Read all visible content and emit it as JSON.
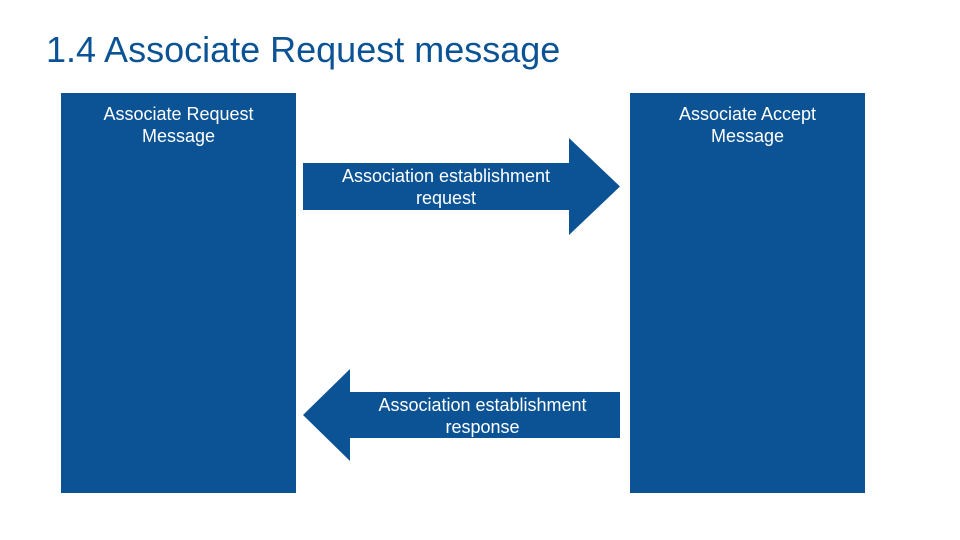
{
  "title": "1.4 Associate Request message",
  "colors": {
    "primary": "#0b5394",
    "text_on_primary": "#ffffff",
    "background": "#ffffff"
  },
  "diagram": {
    "left_box": {
      "line1": "Associate Request",
      "line2": "Message"
    },
    "right_box": {
      "line1": "Associate Accept",
      "line2": "Message"
    },
    "request_arrow": {
      "direction": "right",
      "line1": "Association establishment",
      "line2": "request"
    },
    "response_arrow": {
      "direction": "left",
      "line1": "Association establishment",
      "line2": "response"
    }
  }
}
